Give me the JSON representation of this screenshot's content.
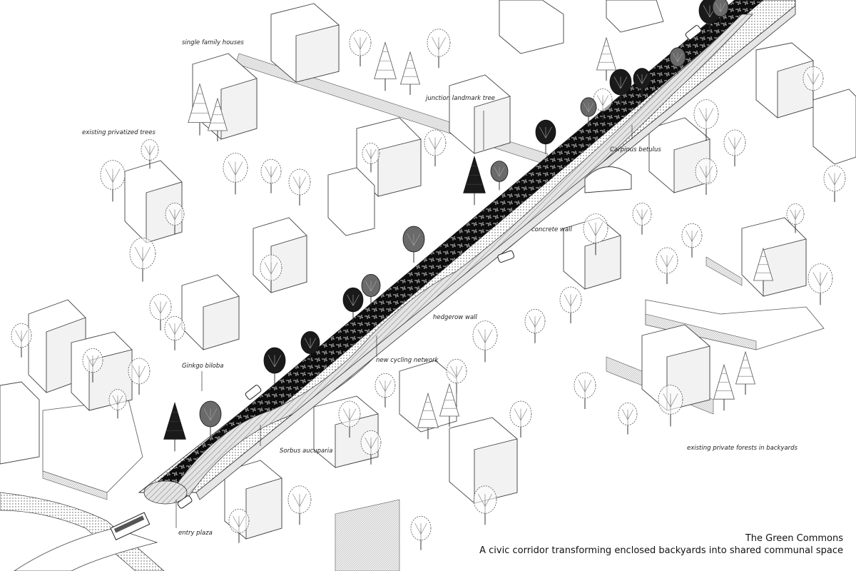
{
  "colors": {
    "paper": "#ffffff",
    "ink": "#222222",
    "building_fill": "#ffffff",
    "building_side": "#f2f2f2",
    "wall_fill": "#e6e6e6",
    "corridor_dark": "#0d0d0d",
    "paving": "#dcdcdc",
    "tree_dark": "#1a1a1a",
    "tree_mid": "#6a6a6a",
    "tree_light": "#9a9a9a"
  },
  "annotations": {
    "single_family": "single family houses",
    "privatized_trees": "existing privatized trees",
    "landmark_tree": "junction landmark tree",
    "carpinus": "Carpinus betulus",
    "concrete_wall": "concrete wall",
    "hedgerow": "hedgerow wall",
    "cycling": "new cycling network",
    "ginkgo": "Ginkgo biloba",
    "sorbus": "Sorbus aucuparia",
    "private_forests": "existing private forests in backyards",
    "entry_plaza": "entry plaza"
  },
  "title": {
    "line1": "The Green Commons",
    "line2": "A civic corridor transforming enclosed backyards into shared communal space"
  }
}
